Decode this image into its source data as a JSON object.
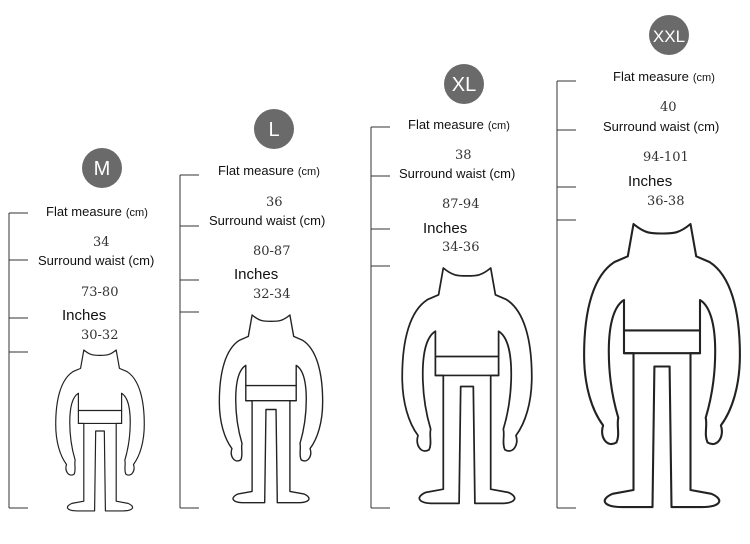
{
  "sizes": [
    {
      "badge": "M",
      "flat_label": "Flat measure",
      "flat_unit": "(cm)",
      "flat_value": "34",
      "waist_label": "Surround waist (cm)",
      "waist_value": "73-80",
      "inches_label": "Inches",
      "inches_value": "30-32"
    },
    {
      "badge": "L",
      "flat_label": "Flat measure",
      "flat_unit": "(cm)",
      "flat_value": "36",
      "waist_label": "Surround waist (cm)",
      "waist_value": "80-87",
      "inches_label": "Inches",
      "inches_value": "32-34"
    },
    {
      "badge": "XL",
      "flat_label": "Flat measure",
      "flat_unit": "(cm)",
      "flat_value": "38",
      "waist_label": "Surround waist (cm)",
      "waist_value": "87-94",
      "inches_label": "Inches",
      "inches_value": "34-36"
    },
    {
      "badge": "XXL",
      "flat_label": "Flat measure",
      "flat_unit": "(cm)",
      "flat_value": "40",
      "waist_label": "Surround waist (cm)",
      "waist_value": "94-101",
      "inches_label": "Inches",
      "inches_value": "36-38"
    }
  ],
  "colors": {
    "badge": "#6a6a6a",
    "line": "#222222"
  }
}
